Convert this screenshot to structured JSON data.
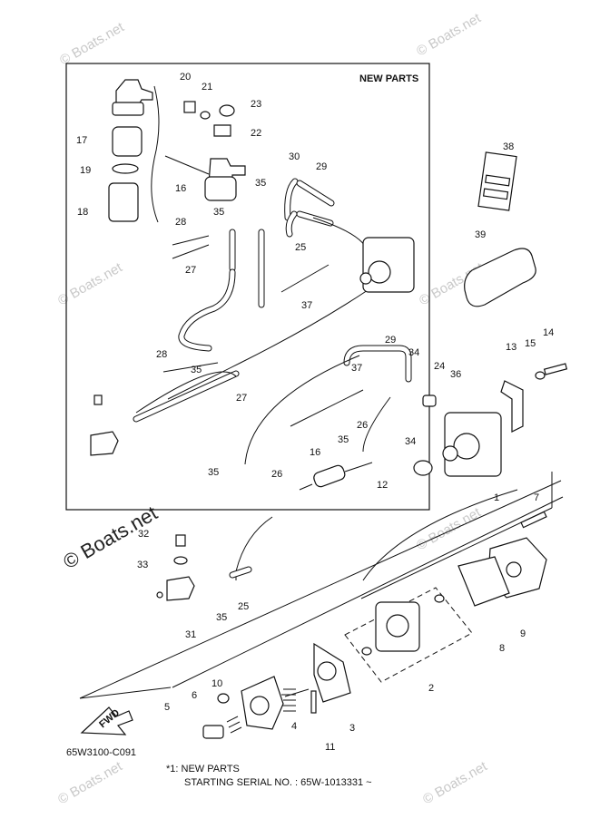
{
  "watermarks": [
    "© Boats.net",
    "© Boats.net",
    "© Boats.net",
    "© Boats.net",
    "© Boats.net",
    "© Boats.net",
    "© Boats.net",
    "© Boats.net"
  ],
  "watermark_big": "© Boats.net",
  "box_title": "NEW PARTS",
  "diagram_code": "65W3100-C091",
  "fwd_label": "FWD",
  "footnote": {
    "line1": "*1: NEW PARTS",
    "line2": "STARTING SERIAL NO. : 65W-1013331 ~"
  },
  "callouts": [
    "20",
    "21",
    "23",
    "22",
    "17",
    "19",
    "16",
    "18",
    "30",
    "29",
    "35",
    "35",
    "28",
    "25",
    "27",
    "38",
    "39",
    "37",
    "28",
    "35",
    "27",
    "29",
    "34",
    "24",
    "36",
    "13",
    "15",
    "14",
    "37",
    "26",
    "34",
    "35",
    "16",
    "12",
    "1",
    "35",
    "26",
    "7",
    "32",
    "33",
    "25",
    "35",
    "31",
    "2",
    "8",
    "9",
    "10",
    "6",
    "5",
    "4",
    "3",
    "11"
  ]
}
